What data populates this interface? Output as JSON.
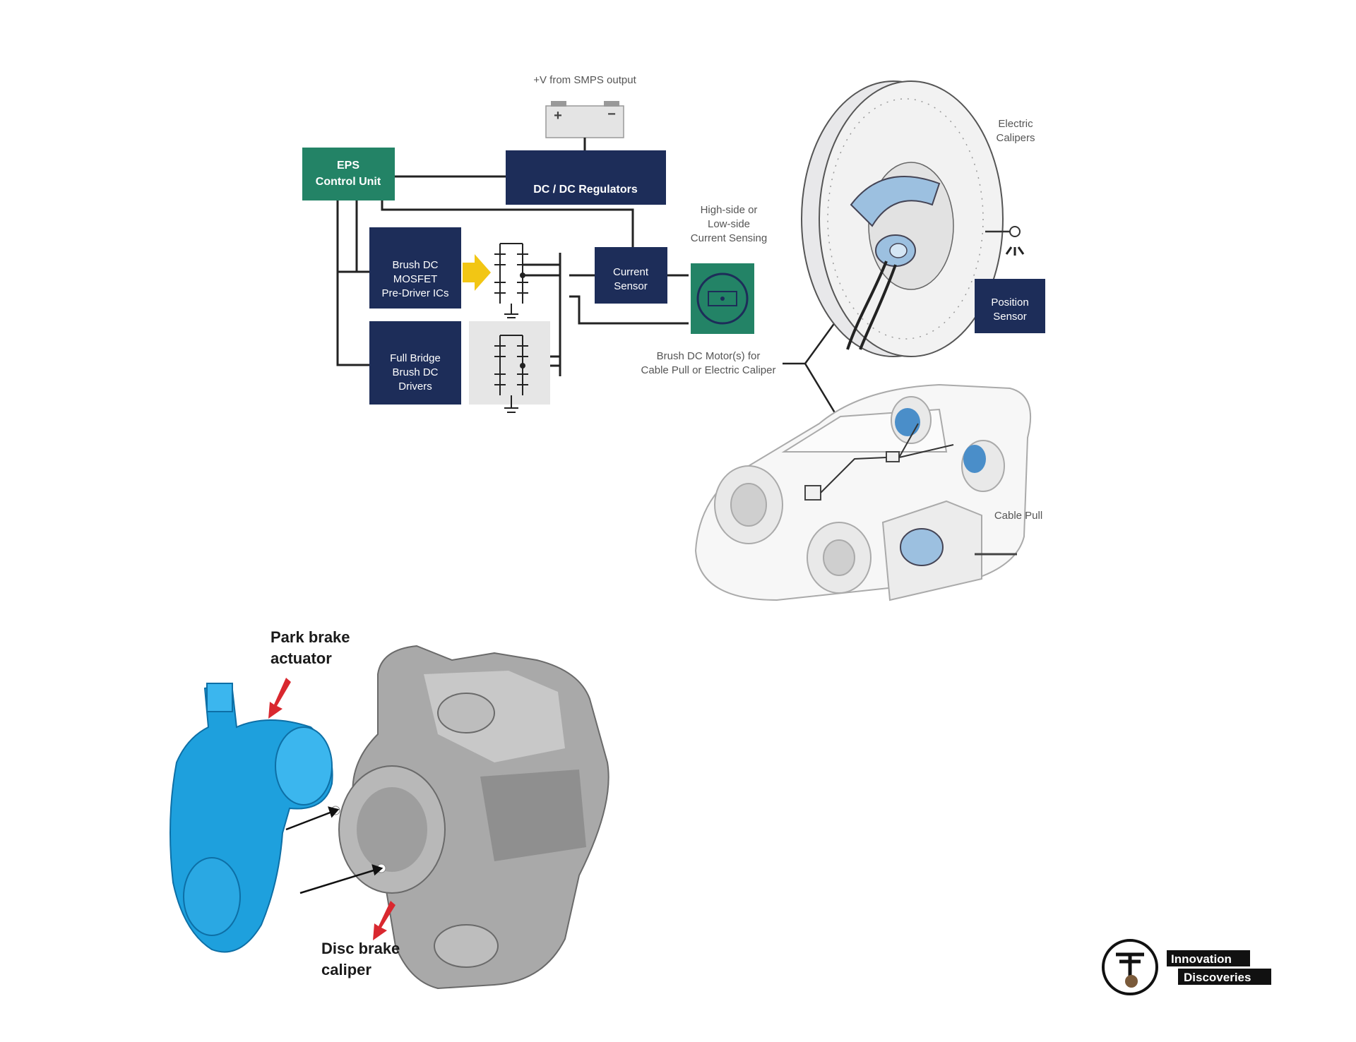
{
  "block_diagram": {
    "supply_label": "+V from SMPS output",
    "eps_control_unit": [
      "EPS",
      "Control Unit"
    ],
    "dcdc_regulators": "DC / DC Regulators",
    "predriver": [
      "Brush DC",
      "MOSFET",
      "Pre-Driver ICs"
    ],
    "full_bridge": [
      "Full Bridge",
      "Brush DC",
      "Drivers"
    ],
    "current_sensor": [
      "Current",
      "Sensor"
    ],
    "current_sensing_label": [
      "High-side or",
      "Low-side",
      "Current Sensing"
    ],
    "motor_label": [
      "Brush DC Motor(s) for",
      "Cable Pull or Electric Caliper"
    ]
  },
  "illustration": {
    "electric_calipers": [
      "Electric",
      "Calipers"
    ],
    "position_sensor": [
      "Position",
      "Sensor"
    ],
    "cable_pull": "Cable Pull"
  },
  "caliper_photo": {
    "actuator_label": [
      "Park brake",
      "actuator"
    ],
    "caliper_label": [
      "Disc brake",
      "caliper"
    ]
  },
  "logo": {
    "line1": "Innovation",
    "line2": "Discoveries"
  },
  "colors": {
    "navy": "#1d2d59",
    "green": "#238366",
    "actuator_blue": "#1ea0dd",
    "arrow_red": "#d9282f",
    "arrow_yellow": "#f2c614"
  }
}
